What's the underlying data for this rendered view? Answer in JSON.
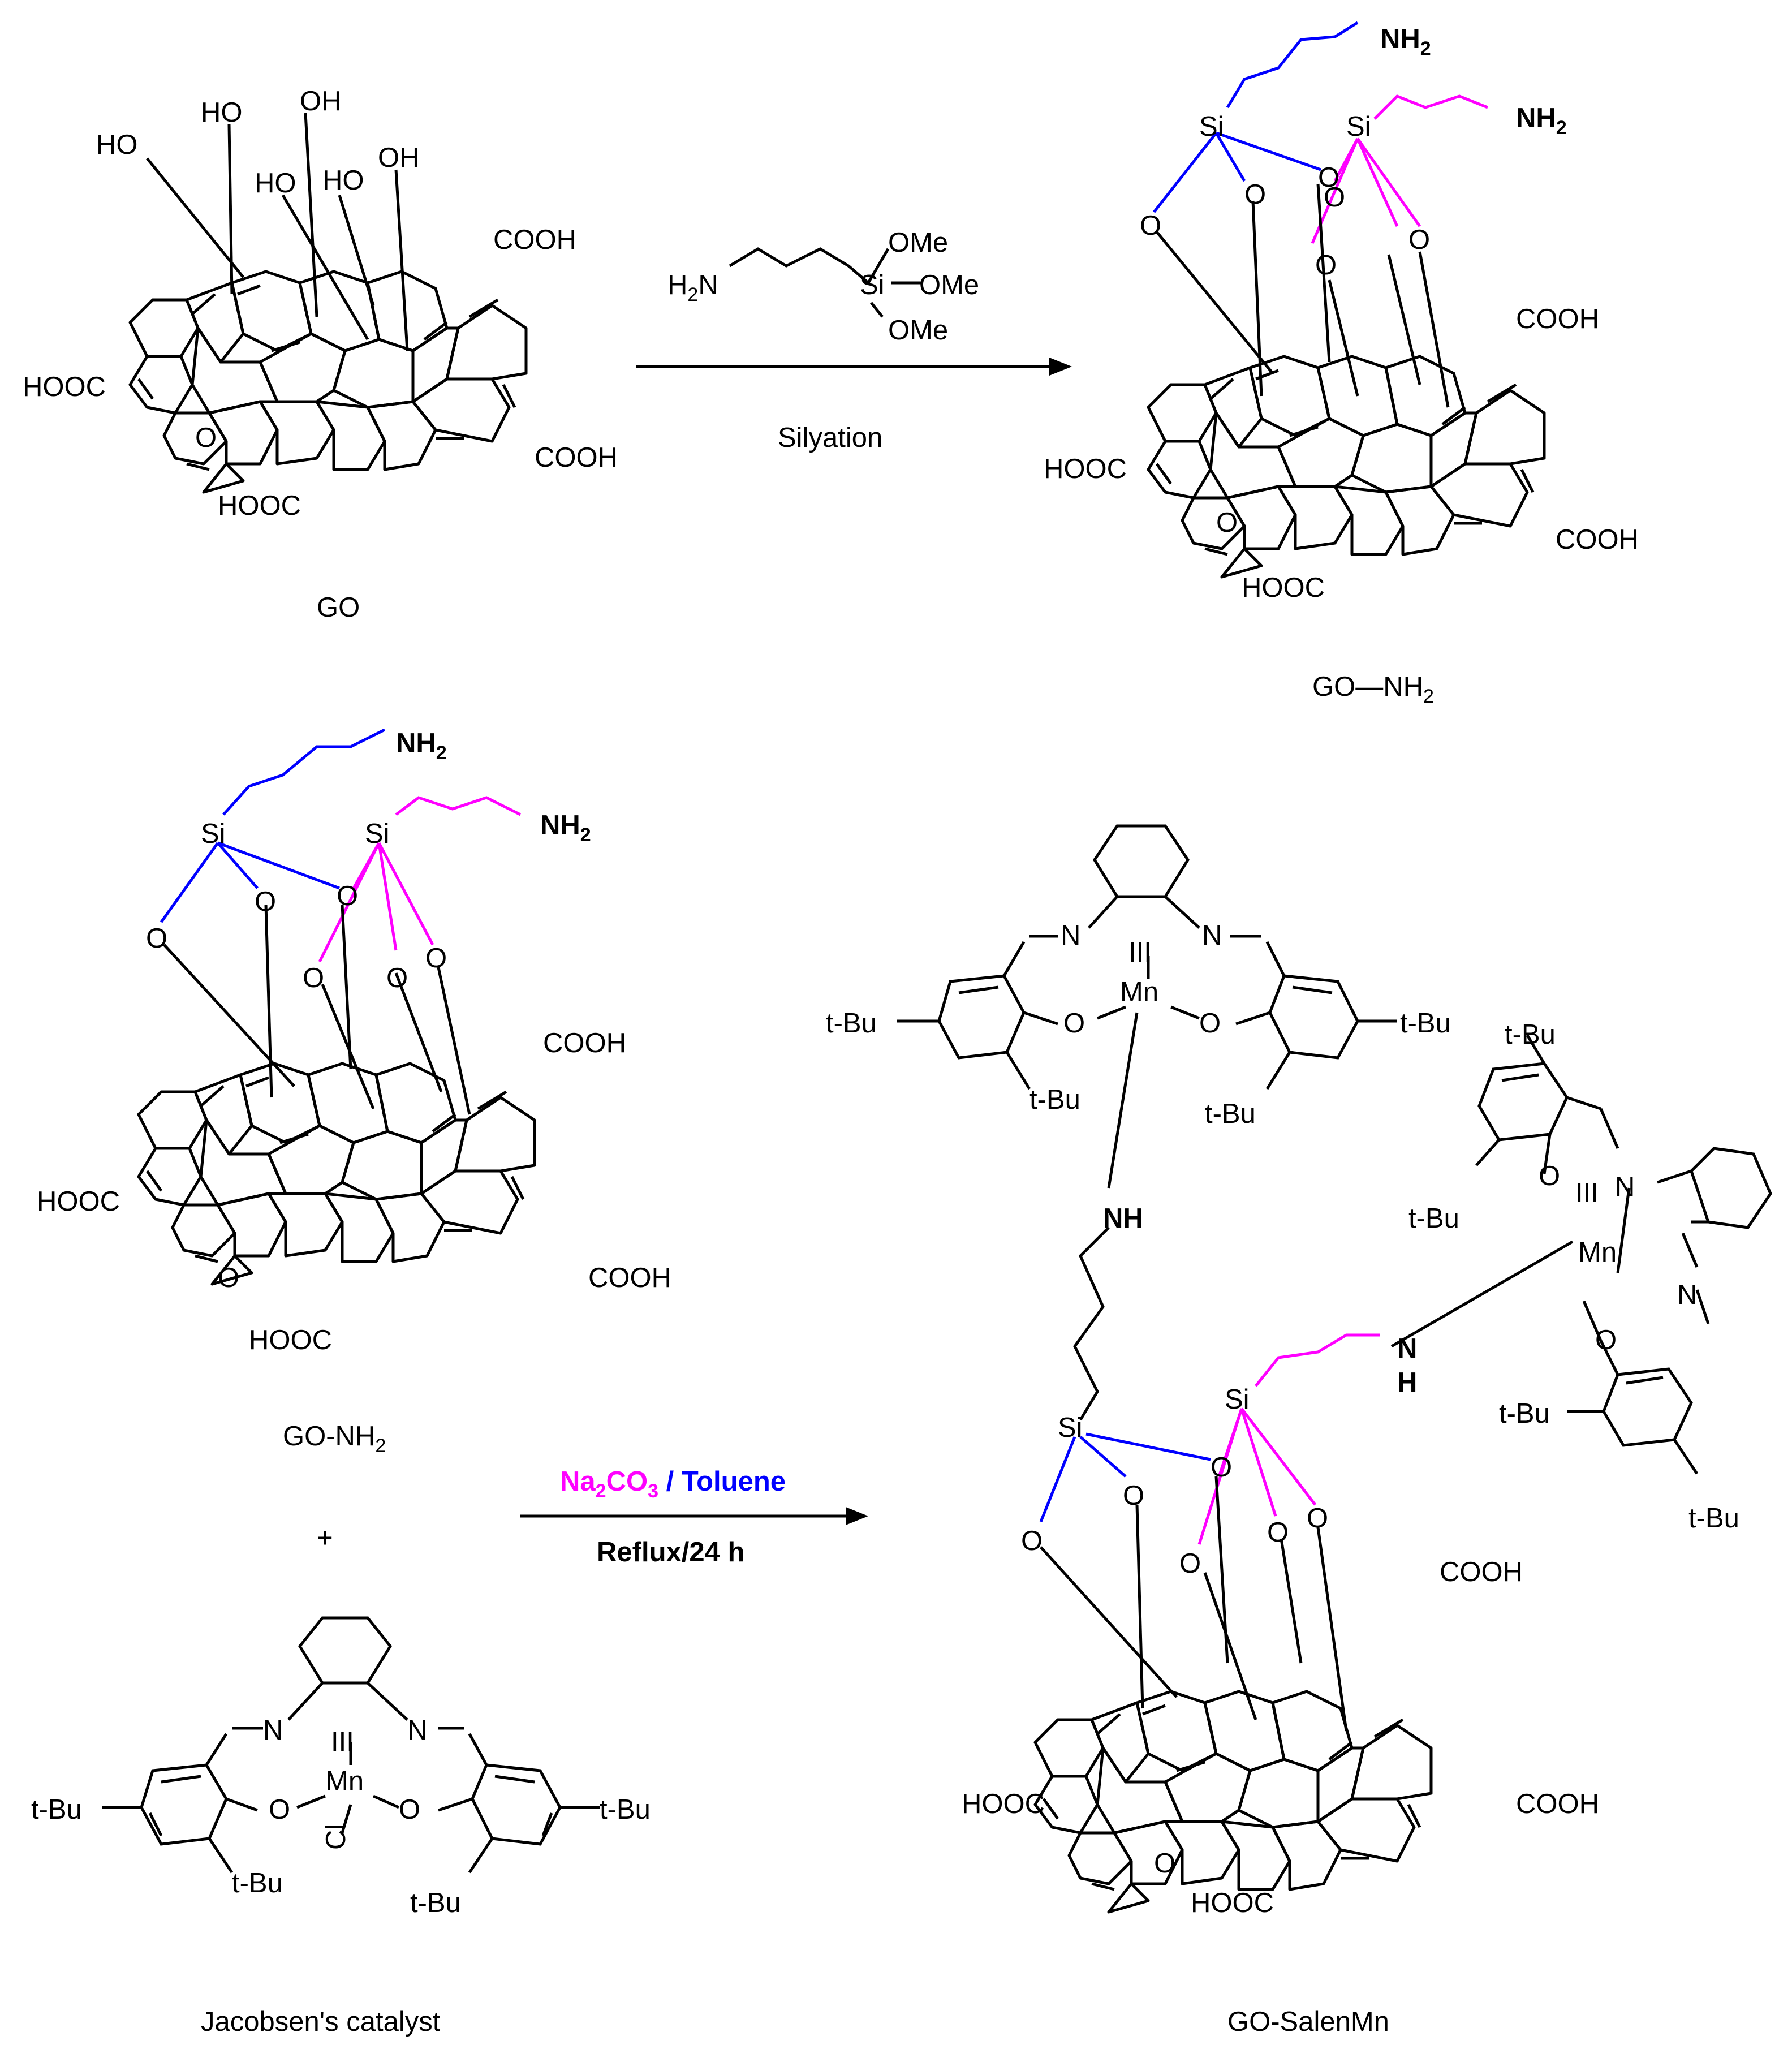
{
  "colors": {
    "black": "#000000",
    "blue": "#0000ff",
    "magenta": "#ff00ff"
  },
  "captions": {
    "go": "GO",
    "go_nh2_top": "GO—NH",
    "go_nh2_top_sub": "2",
    "go_nh2_left": "GO-NH",
    "go_nh2_left_sub": "2",
    "plus": "+",
    "jacobsen": "Jacobsen's catalyst",
    "go_salenmn": "GO-SalenMn"
  },
  "step1": {
    "reagent_amine": "H",
    "reagent_amine_sub": "2",
    "reagent_amine_n": "N",
    "si": "Si",
    "ome": "OMe",
    "label": "Silyation"
  },
  "step2": {
    "base": "Na",
    "base_sub1": "2",
    "base_mid": "CO",
    "base_sub2": "3",
    "solvent": " / Toluene",
    "conditions": "Reflux/24 h"
  },
  "atoms": {
    "ho": "HO",
    "oh": "OH",
    "cooh": "COOH",
    "hooc": "HOOC",
    "o": "O",
    "si": "Si",
    "nh": "NH",
    "nh2_base": "NH",
    "nh2_sub": "2",
    "n": "N",
    "h": "H",
    "mn": "Mn",
    "ox": "III",
    "cl": "Cl",
    "tbu": "t-Bu"
  }
}
